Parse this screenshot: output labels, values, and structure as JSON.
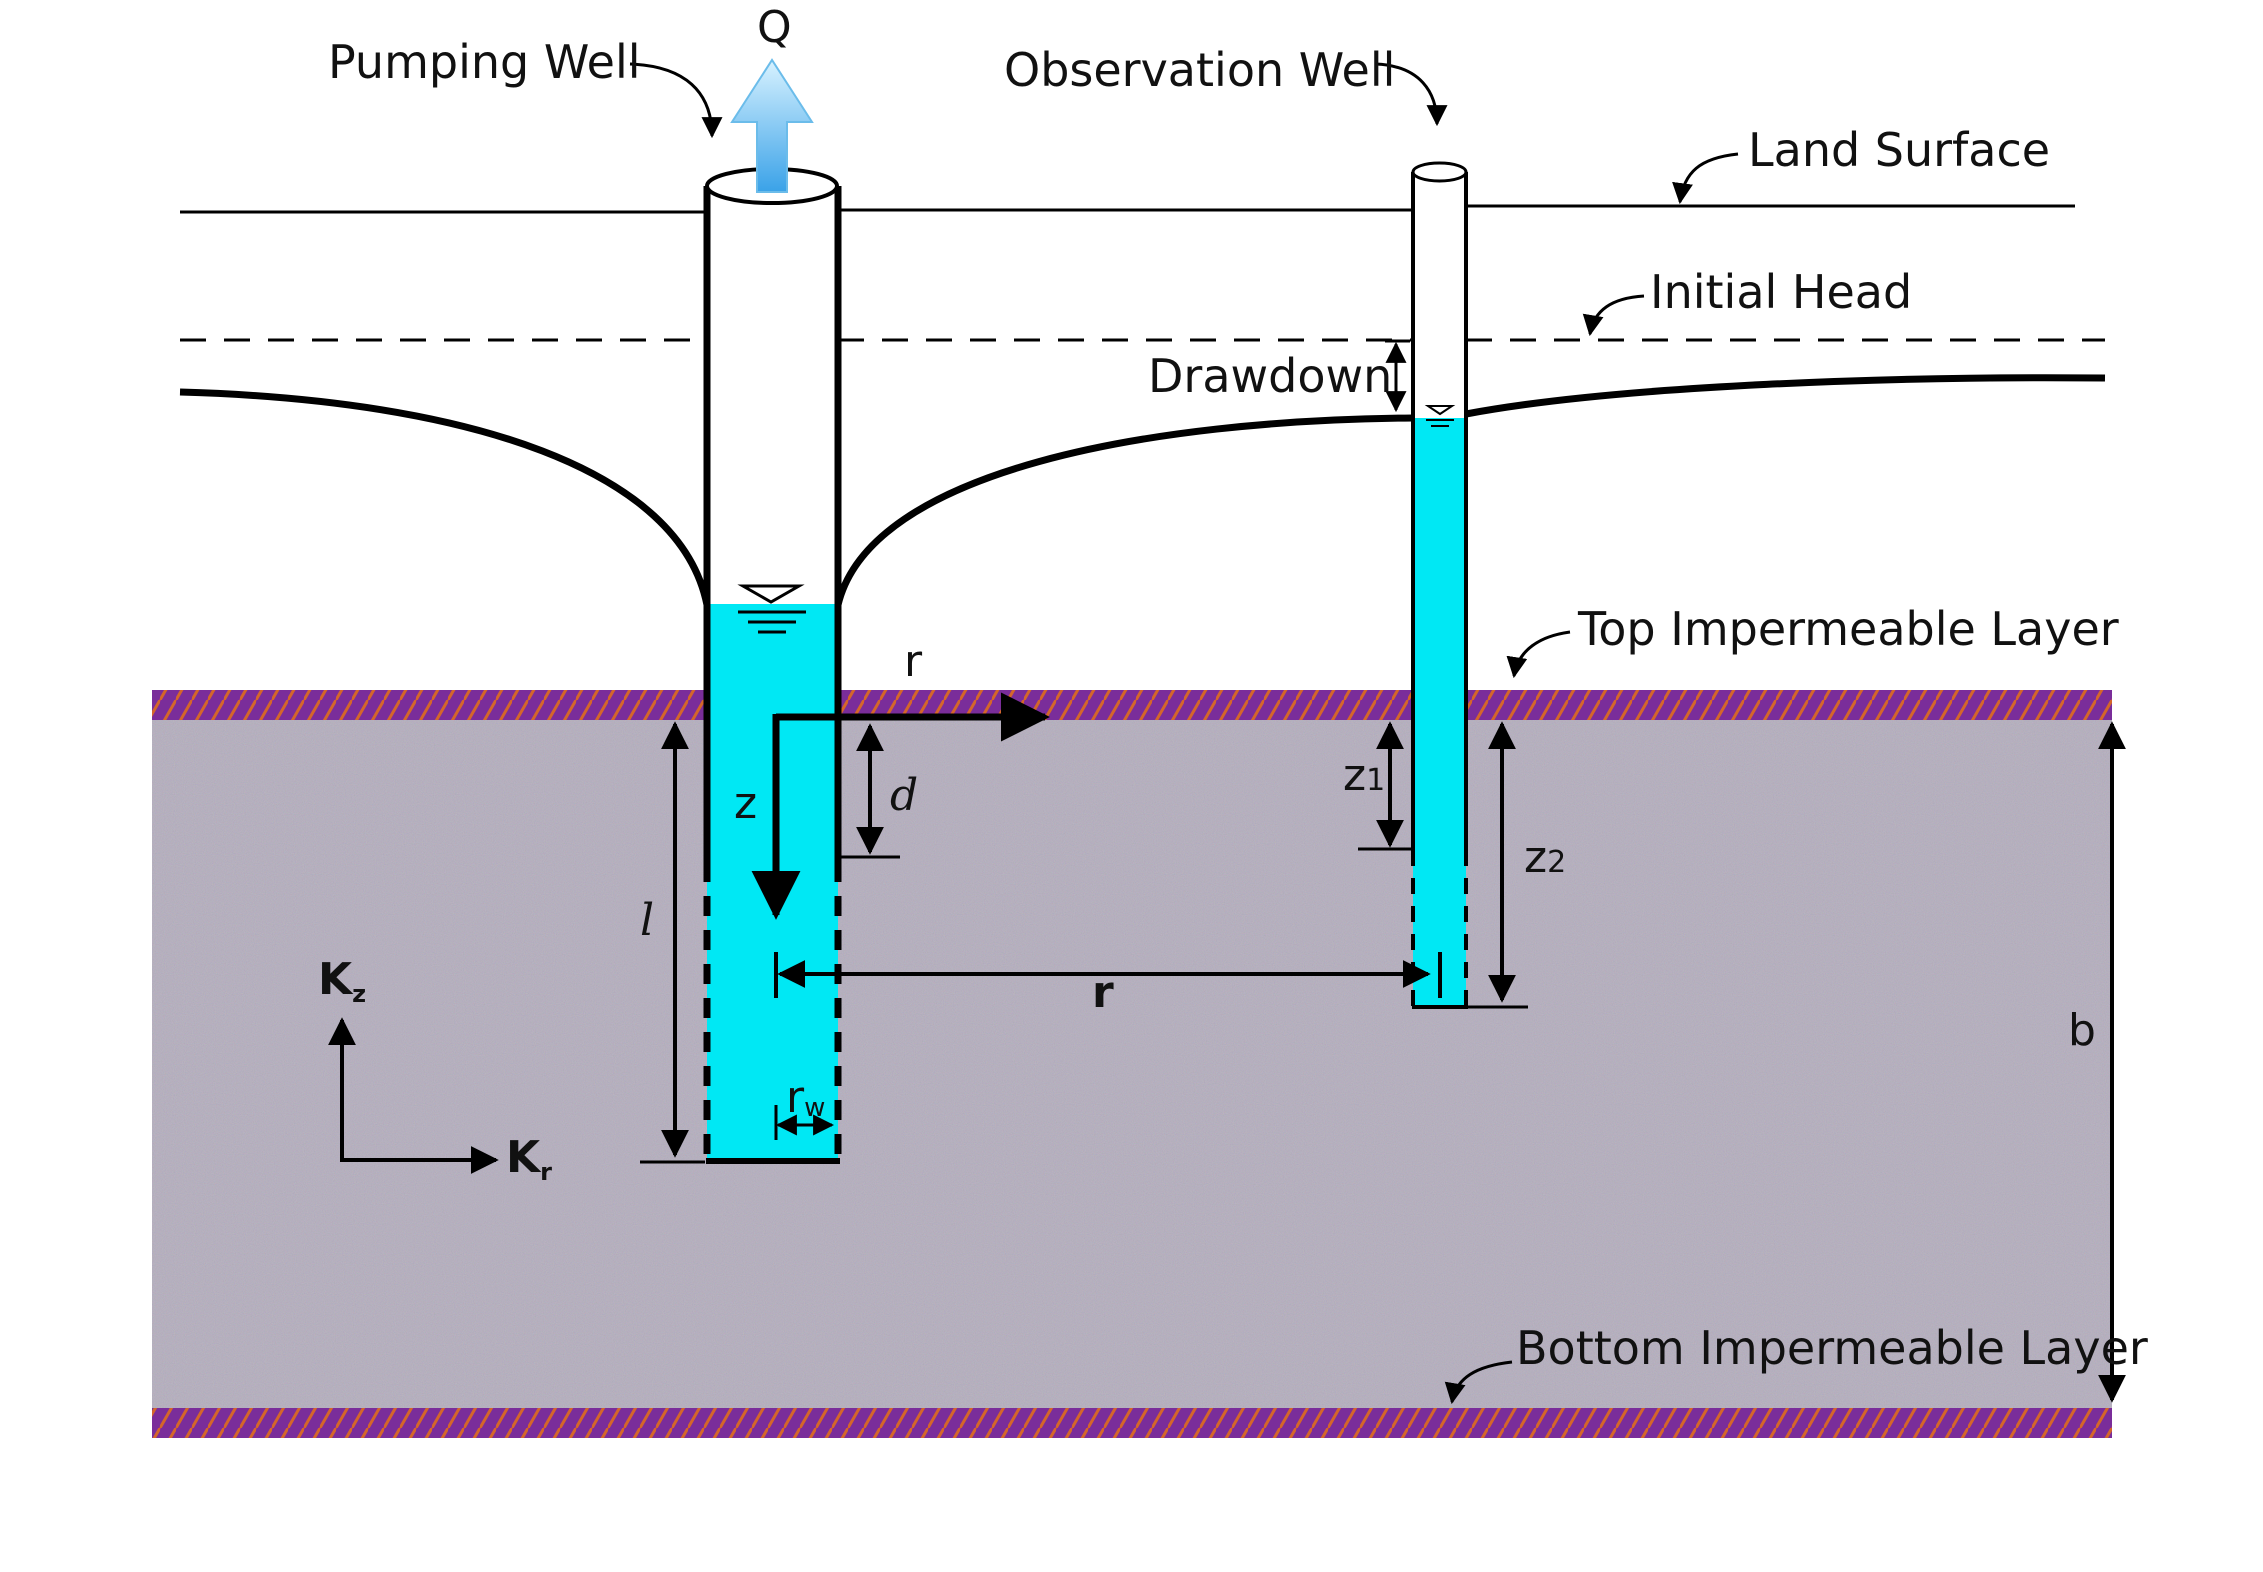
{
  "labels": {
    "pumping_well": "Pumping Well",
    "observation_well": "Observation Well",
    "land_surface": "Land Surface",
    "initial_head": "Initial Head",
    "drawdown": "Drawdown",
    "top_layer": "Top Impermeable  Layer",
    "bottom_layer": "Bottom Impermeable  Layer"
  },
  "symbols": {
    "Q": "Q",
    "r_axis": "r",
    "z_axis": "z",
    "d": "d",
    "l": "l",
    "z1_base": "z",
    "z1_sub": "1",
    "z2_base": "z",
    "z2_sub": "2",
    "r_distance": "r",
    "rw_base": "r",
    "rw_sub": "w",
    "b": "b",
    "Kz_base": "K",
    "Kz_sub": "z",
    "Kr_base": "K",
    "Kr_sub": "r"
  },
  "colors": {
    "water": "#00e8f4",
    "aquifer": "#aaa2b2",
    "layer": "#7a2d9a",
    "layer_hatch": "#d4662a",
    "line": "#000000",
    "arrow_top": "#c8ecff",
    "arrow_bottom": "#3aa2e8"
  }
}
